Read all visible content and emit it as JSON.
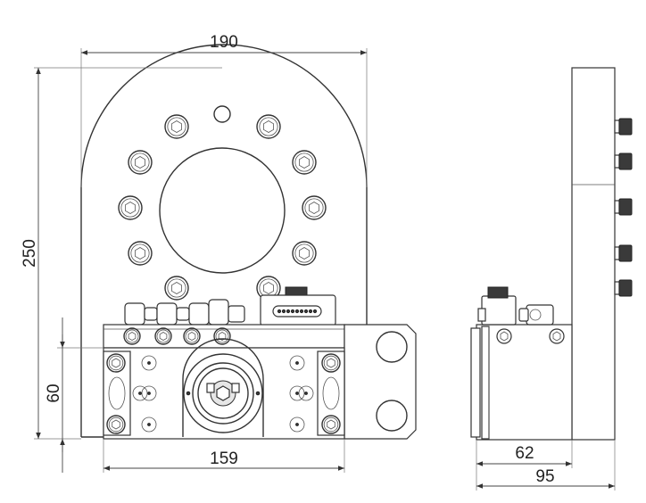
{
  "dimensions": {
    "width_top": "190",
    "height_left": "250",
    "height_lower": "60",
    "width_bottom": "159",
    "side_depth_short": "62",
    "side_depth_total": "95"
  },
  "colors": {
    "line": "#333333",
    "fill": "#ffffff",
    "shade": "#e6e6e6",
    "dark": "#3a3a3a"
  }
}
